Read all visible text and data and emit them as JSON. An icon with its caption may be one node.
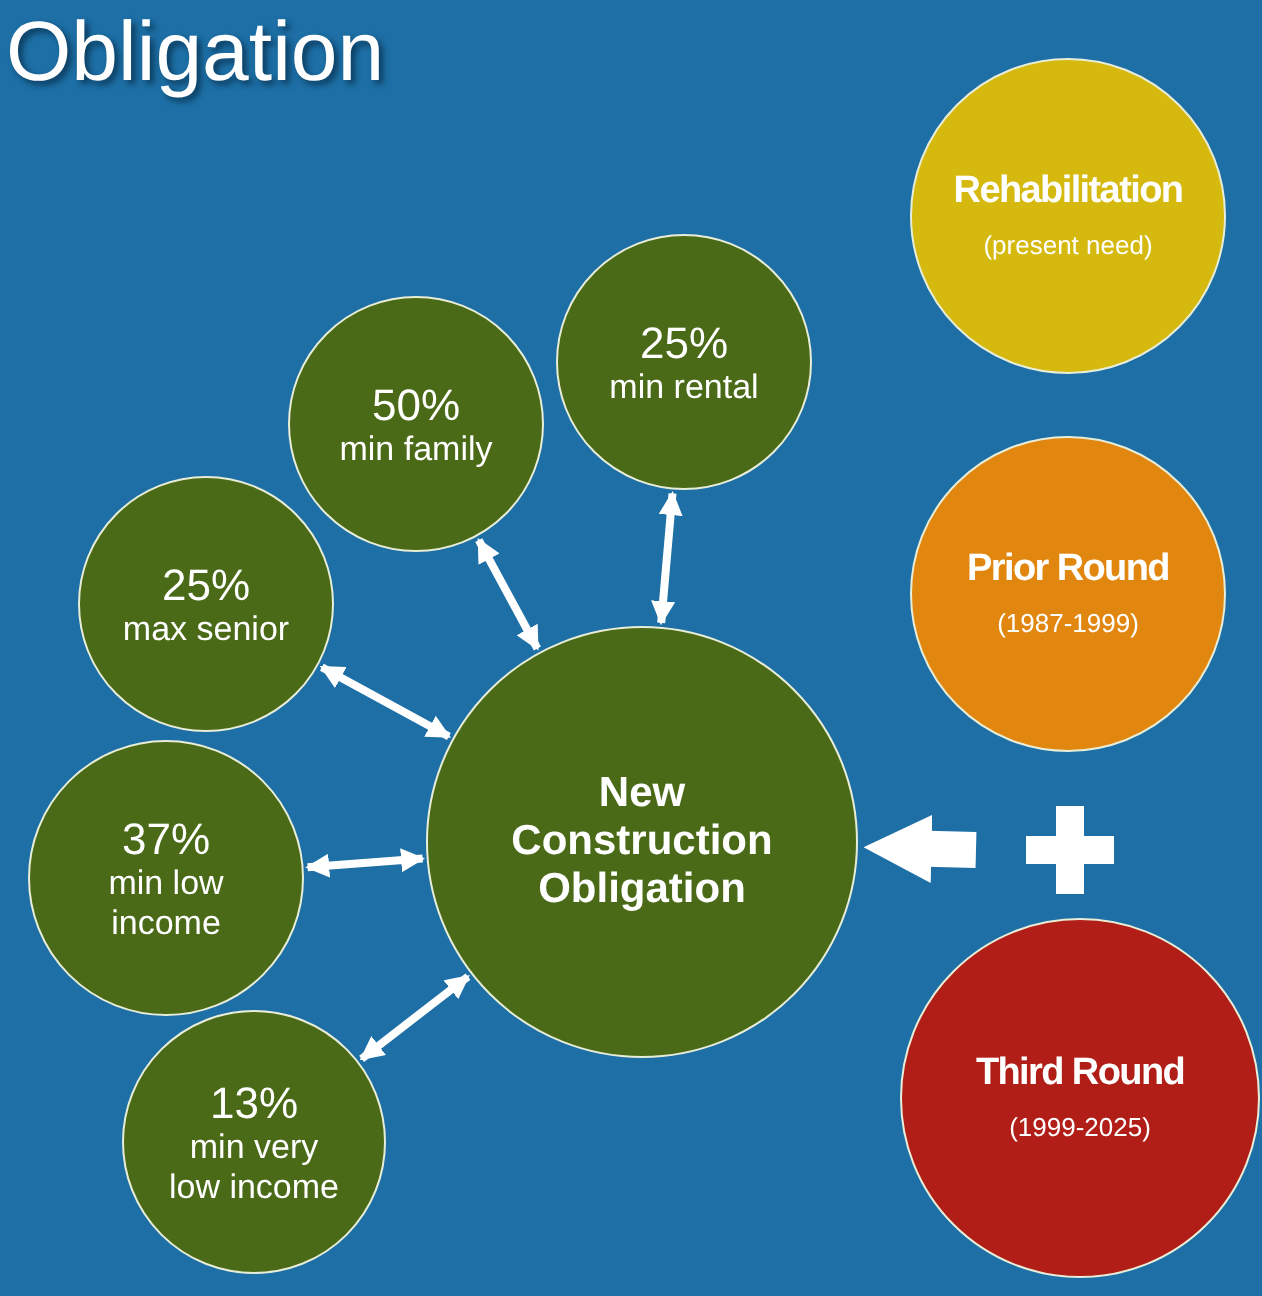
{
  "diagram": {
    "title": "Obligation",
    "nodes": [
      {
        "text": [
          "Rehabilitation",
          "(present need)"
        ]
      },
      {
        "text": [
          "50%",
          "min family"
        ]
      },
      {
        "text": [
          "25%",
          "min rental"
        ]
      },
      {
        "text": [
          "Prior Round",
          "(1987-1999)"
        ]
      },
      {
        "text": [
          "25%",
          "max senior"
        ]
      },
      {
        "text": [
          "New Construction Obligation"
        ]
      },
      {
        "text": [
          "37%",
          "min low income"
        ]
      },
      {
        "text": [
          "Third Round",
          "(1999-2025)"
        ]
      },
      {
        "text": [
          "13%",
          "min very low income"
        ]
      }
    ],
    "edges": [
      {
        "from": 5,
        "to": 1,
        "arrow": "both"
      },
      {
        "from": 5,
        "to": 2,
        "arrow": "both"
      },
      {
        "from": 5,
        "to": 4,
        "arrow": "both"
      },
      {
        "from": 5,
        "to": 6,
        "arrow": "both"
      },
      {
        "from": 5,
        "to": 8,
        "arrow": "both"
      },
      {
        "from": null,
        "to": 5,
        "arrow": "to",
        "style": "thick"
      }
    ]
  }
}
